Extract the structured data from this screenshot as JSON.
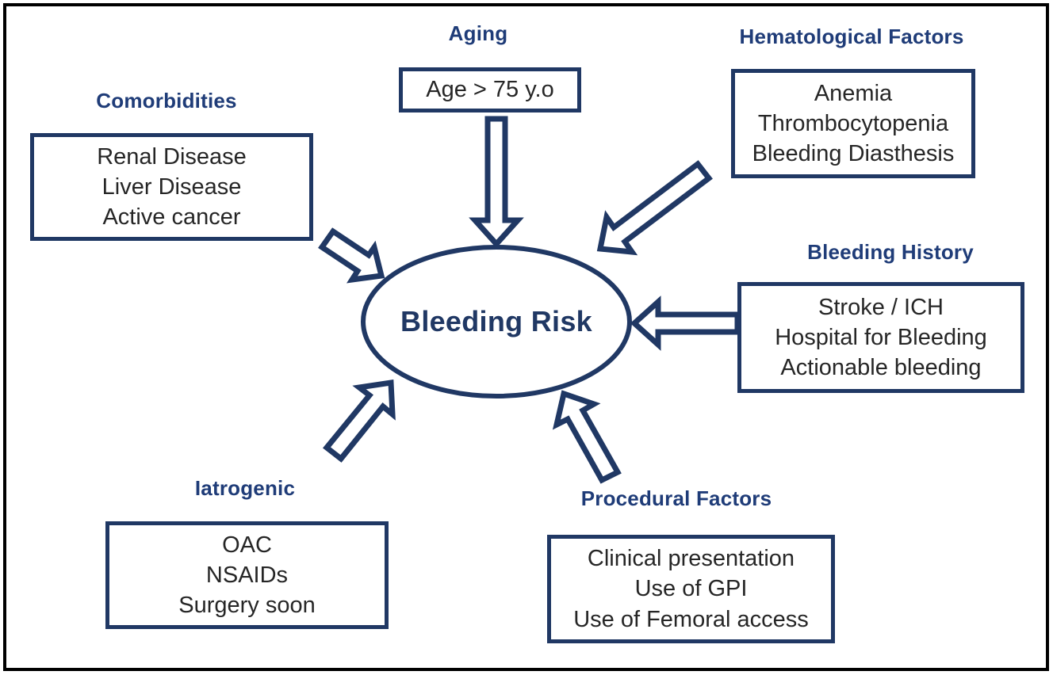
{
  "diagram": {
    "center_label": "Bleeding Risk",
    "groups": [
      {
        "label": "Comorbidities",
        "items": [
          "Renal Disease",
          "Liver Disease",
          "Active cancer"
        ]
      },
      {
        "label": "Aging",
        "items": [
          "Age > 75 y.o"
        ]
      },
      {
        "label": "Hematological Factors",
        "items": [
          "Anemia",
          "Thrombocytopenia",
          "Bleeding Diasthesis"
        ]
      },
      {
        "label": "Bleeding History",
        "items": [
          "Stroke / ICH",
          "Hospital for Bleeding",
          "Actionable bleeding"
        ]
      },
      {
        "label": "Iatrogenic",
        "items": [
          "OAC",
          "NSAIDs",
          "Surgery soon"
        ]
      },
      {
        "label": "Procedural Factors",
        "items": [
          "Clinical presentation",
          "Use of GPI",
          "Use of Femoral access"
        ]
      }
    ],
    "colors": {
      "outline_navy": "#203864",
      "label_blue": "#1F3C78",
      "box_text": "#262626",
      "background": "#FFFFFF",
      "frame": "#000000"
    }
  }
}
